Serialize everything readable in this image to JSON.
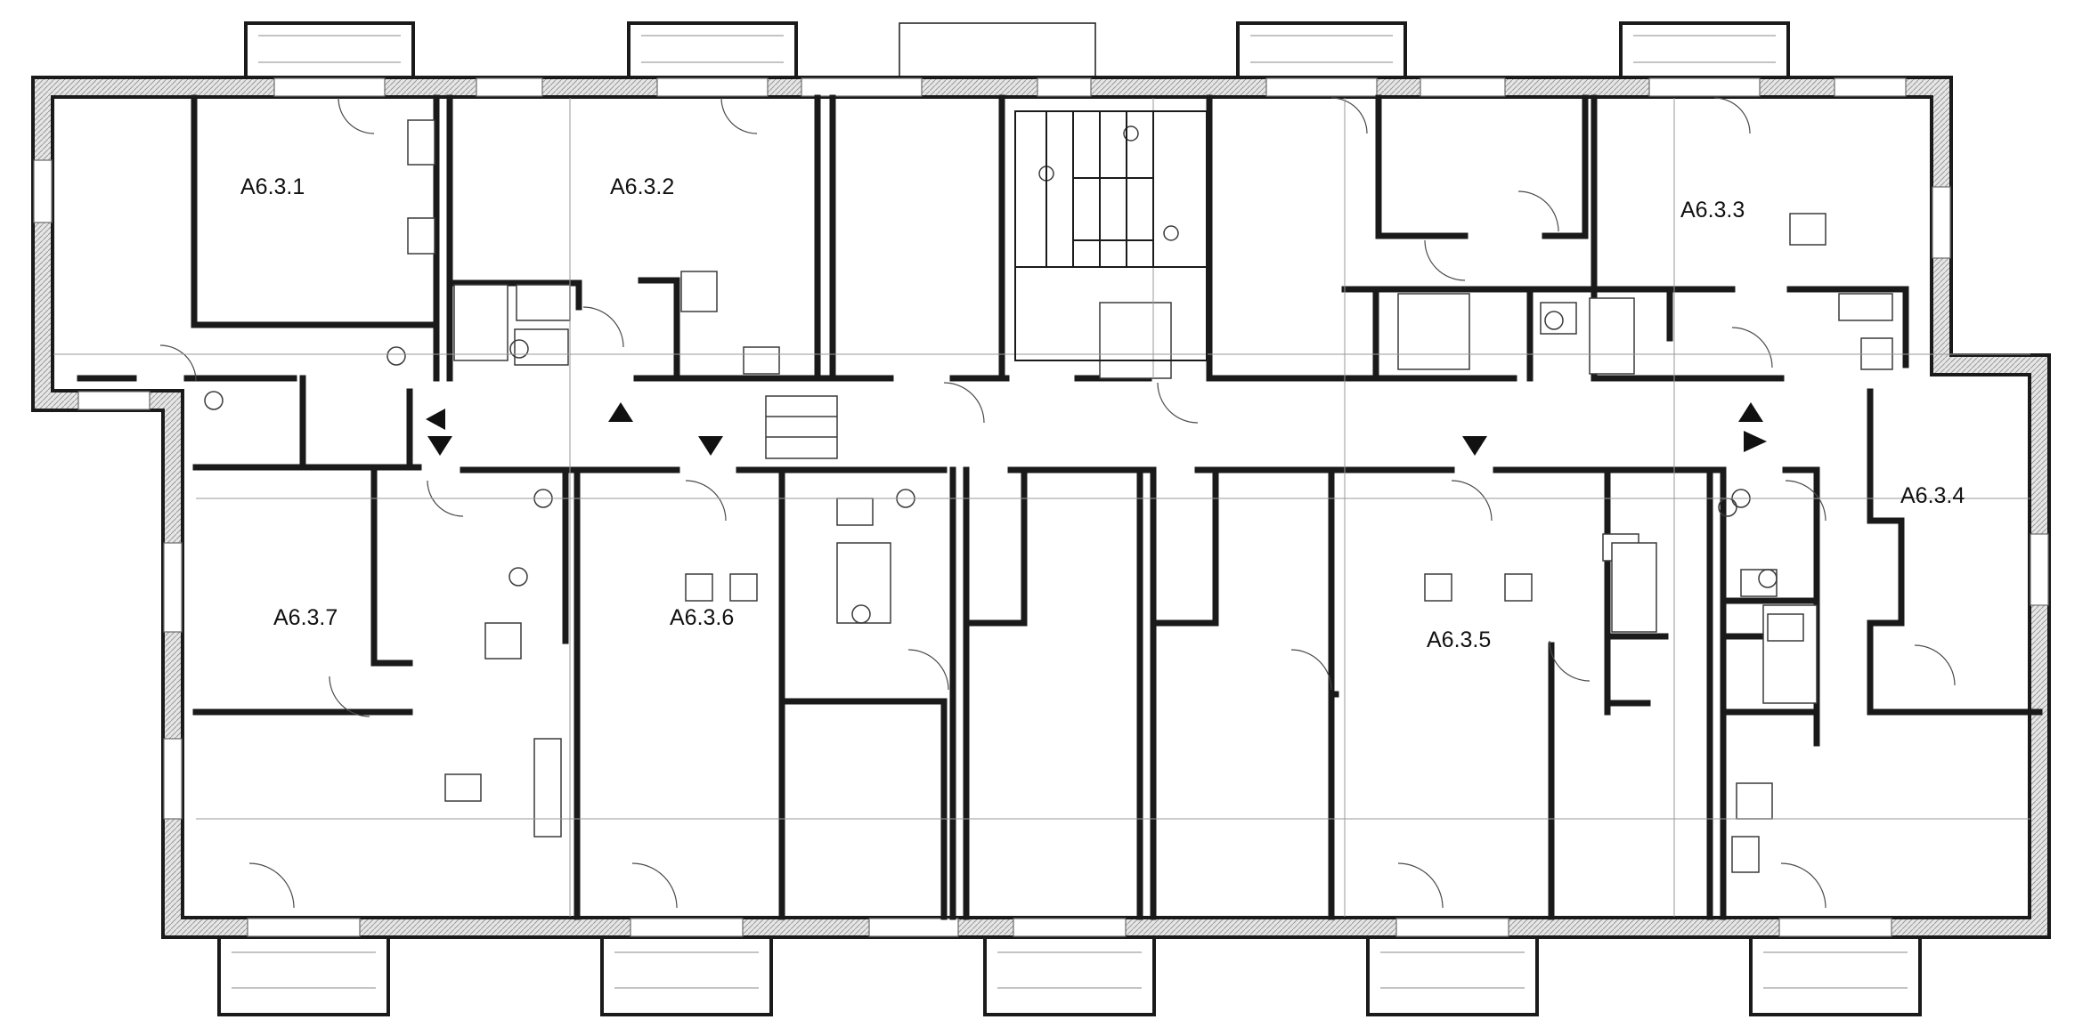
{
  "colors": {
    "wall": "#1a1a1a",
    "insulation": "#d9d9d9",
    "thin_line": "#7a7a7a",
    "background": "#ffffff"
  },
  "units": [
    {
      "label": "A6.3.1"
    },
    {
      "label": "A6.3.2"
    },
    {
      "label": "A6.3.3"
    },
    {
      "label": "A6.3.4"
    },
    {
      "label": "A6.3.5"
    },
    {
      "label": "A6.3.6"
    },
    {
      "label": "A6.3.7"
    }
  ],
  "markers": [
    {
      "name": "entry-arrow-a6-3-1",
      "direction": "left"
    },
    {
      "name": "entry-arrow-a6-3-7",
      "direction": "down"
    },
    {
      "name": "entry-arrow-a6-3-2",
      "direction": "up"
    },
    {
      "name": "entry-arrow-a6-3-6",
      "direction": "down"
    },
    {
      "name": "entry-arrow-a6-3-5",
      "direction": "down"
    },
    {
      "name": "entry-arrow-a6-3-3",
      "direction": "up"
    },
    {
      "name": "entry-arrow-a6-3-4",
      "direction": "right"
    }
  ]
}
